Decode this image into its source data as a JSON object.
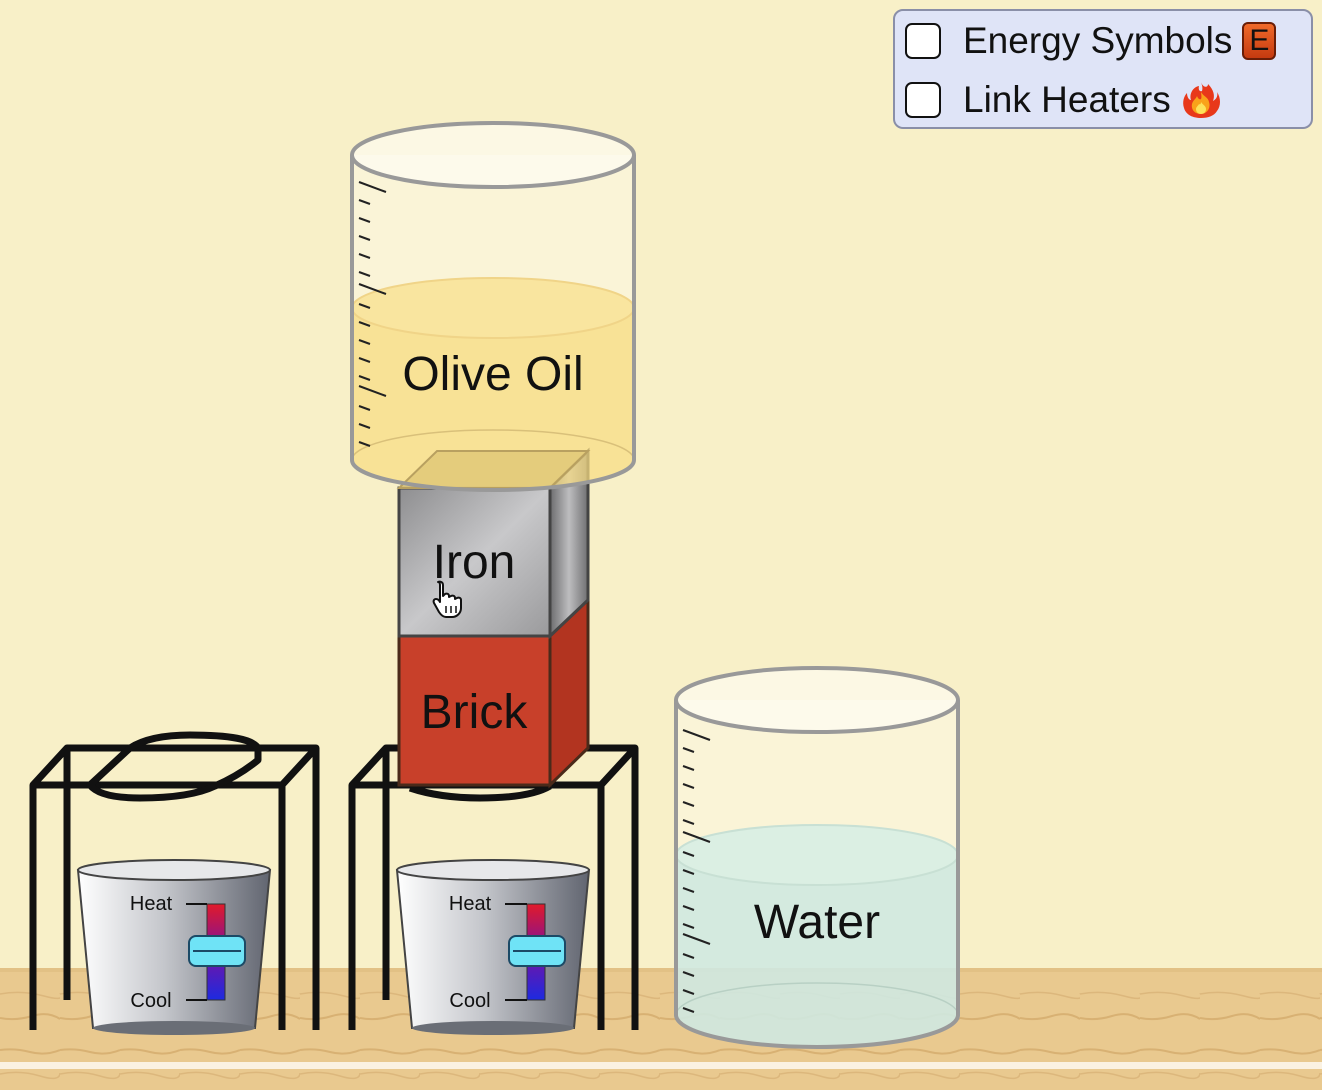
{
  "panel": {
    "energy_symbols_label": "Energy Symbols",
    "energy_symbols_checked": false,
    "energy_icon_letter": "E",
    "link_heaters_label": "Link Heaters",
    "link_heaters_checked": false
  },
  "beakers": {
    "olive_oil_label": "Olive Oil",
    "water_label": "Water"
  },
  "blocks": {
    "iron_label": "Iron",
    "brick_label": "Brick"
  },
  "heaters": [
    {
      "heat_label": "Heat",
      "cool_label": "Cool",
      "level": 0.5
    },
    {
      "heat_label": "Heat",
      "cool_label": "Cool",
      "level": 0.5
    }
  ],
  "colors": {
    "background": "#f8f0c8",
    "olive_oil": "#f7df8a",
    "water": "#d8ece0",
    "iron": "#a7a7a9",
    "brick": "#c8402a",
    "slider_knob": "#6fe3f6"
  }
}
